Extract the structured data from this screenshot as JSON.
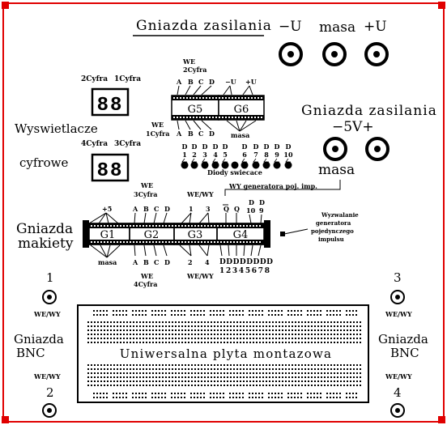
{
  "colors": {
    "frame": "#e00000",
    "ink": "#000000",
    "paper": "#ffffff"
  },
  "power_top": {
    "title": "Gniazda zasilania",
    "minus_label": "−U",
    "ground_label": "masa",
    "plus_label": "+U"
  },
  "power_right": {
    "title": "Gniazda zasilania",
    "voltage": "−5V+",
    "ground_label": "masa"
  },
  "displays": {
    "title_line1": "Wyswietlacze",
    "title_line2": "cyfrowe",
    "top_left_label": "2Cyfra",
    "top_right_label": "1Cyfra",
    "bottom_left_label": "4Cyfra",
    "bottom_right_label": "3Cyfra",
    "digits": "88"
  },
  "upper_sockets": {
    "we_top": "WE",
    "we_top_sub": "2Cyfra",
    "we_bottom": "WE",
    "we_bottom_sub": "1Cyfra",
    "abcd": [
      "A",
      "B",
      "C",
      "D"
    ],
    "minus_u": "−U",
    "plus_u": "+U",
    "g5": "G5",
    "g6": "G6",
    "masa": "masa"
  },
  "leds": {
    "top_row": [
      "D",
      "D",
      "D",
      "D",
      "D",
      "D",
      "D",
      "D",
      "D",
      "D"
    ],
    "numbers": [
      "1",
      "2",
      "3",
      "4",
      "5",
      "6",
      "7",
      "8",
      "9",
      "10"
    ],
    "caption": "Diody swiecace"
  },
  "pulse_generator": {
    "label": "WY generatora poj. imp.",
    "trigger_line1": "Wyzwalanie",
    "trigger_line2": "generatora",
    "trigger_line3": "pojedynczego",
    "trigger_line4": "impulsu"
  },
  "model_sockets": {
    "title_line1": "Gniazda",
    "title_line2": "makiety",
    "g1": "G1",
    "g2": "G2",
    "g3": "G3",
    "g4": "G4",
    "plus5": "+5",
    "abcd": [
      "A",
      "B",
      "C",
      "D"
    ],
    "we_top": "WE",
    "we_top_sub": "3Cyfra",
    "we_bottom": "WE",
    "we_bottom_sub": "4Cyfra",
    "masa": "masa",
    "g3_top_1": "1",
    "g3_top_3": "3",
    "g3_bottom_2": "2",
    "g3_bottom_4": "4",
    "wewy_top": "WE/WY",
    "wewy_bottom": "WE/WY",
    "q": "Q",
    "q_bar": "Q",
    "d_labels": [
      "D",
      "D"
    ],
    "d_nums": [
      "10",
      "9"
    ],
    "bottom_d_row": "DDDDDDDD",
    "bottom_num_row": "12345678"
  },
  "bnc": {
    "title_line1": "Gniazda",
    "title_line2": "BNC",
    "n1": "1",
    "n2": "2",
    "n3": "3",
    "n4": "4",
    "wewy": "WE/WY"
  },
  "breadboard": {
    "label": "Uniwersalna plyta montazowa"
  }
}
